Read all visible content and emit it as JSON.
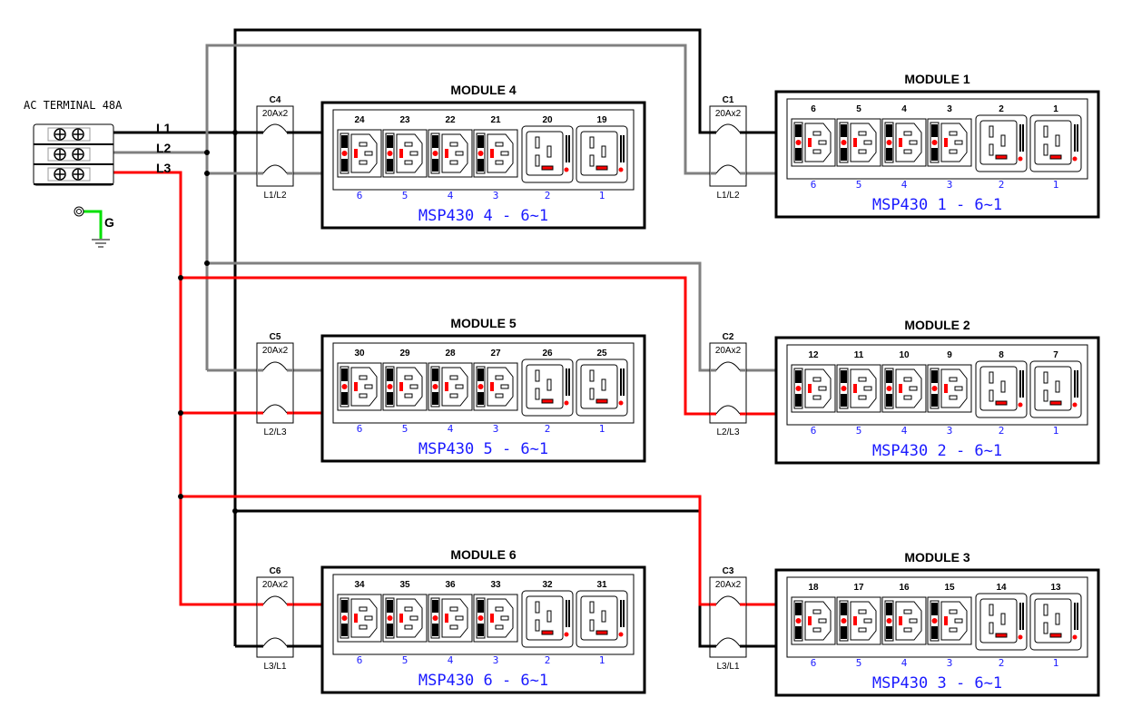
{
  "diagram": {
    "terminal": {
      "title": "AC TERMINAL 48A",
      "lines": [
        "L1",
        "L2",
        "L3"
      ],
      "ground_label": "G"
    },
    "wire_colors": {
      "L1": "#000000",
      "L2": "#808080",
      "L3": "#ff0000",
      "G": "#00e000"
    },
    "accent_colors": {
      "indicator": "#ff0000",
      "position_text": "#1a1aff"
    },
    "modules": [
      {
        "title": "MODULE 4",
        "model": "MSP430 4 - 6~1",
        "breaker": {
          "name": "C4",
          "rating": "20Ax2",
          "phases": "L1/L2",
          "top_line": "L1",
          "bottom_line": "L2"
        },
        "outlets": [
          "24",
          "23",
          "22",
          "21",
          "20",
          "19"
        ],
        "positions": [
          "6",
          "5",
          "4",
          "3",
          "2",
          "1"
        ]
      },
      {
        "title": "MODULE 1",
        "model": "MSP430 1 - 6~1",
        "breaker": {
          "name": "C1",
          "rating": "20Ax2",
          "phases": "L1/L2",
          "top_line": "L1",
          "bottom_line": "L2"
        },
        "outlets": [
          "6",
          "5",
          "4",
          "3",
          "2",
          "1"
        ],
        "positions": [
          "6",
          "5",
          "4",
          "3",
          "2",
          "1"
        ]
      },
      {
        "title": "MODULE 5",
        "model": "MSP430 5 - 6~1",
        "breaker": {
          "name": "C5",
          "rating": "20Ax2",
          "phases": "L2/L3",
          "top_line": "L2",
          "bottom_line": "L3"
        },
        "outlets": [
          "30",
          "29",
          "28",
          "27",
          "26",
          "25"
        ],
        "positions": [
          "6",
          "5",
          "4",
          "3",
          "2",
          "1"
        ]
      },
      {
        "title": "MODULE 2",
        "model": "MSP430 2 - 6~1",
        "breaker": {
          "name": "C2",
          "rating": "20Ax2",
          "phases": "L2/L3",
          "top_line": "L2",
          "bottom_line": "L3"
        },
        "outlets": [
          "12",
          "11",
          "10",
          "9",
          "8",
          "7"
        ],
        "positions": [
          "6",
          "5",
          "4",
          "3",
          "2",
          "1"
        ]
      },
      {
        "title": "MODULE 6",
        "model": "MSP430 6 - 6~1",
        "breaker": {
          "name": "C6",
          "rating": "20Ax2",
          "phases": "L3/L1",
          "top_line": "L3",
          "bottom_line": "L1"
        },
        "outlets": [
          "34",
          "35",
          "36",
          "33",
          "32",
          "31"
        ],
        "positions": [
          "6",
          "5",
          "4",
          "3",
          "2",
          "1"
        ]
      },
      {
        "title": "MODULE 3",
        "model": "MSP430 3 - 6~1",
        "breaker": {
          "name": "C3",
          "rating": "20Ax2",
          "phases": "L3/L1",
          "top_line": "L3",
          "bottom_line": "L1"
        },
        "outlets": [
          "18",
          "17",
          "16",
          "15",
          "14",
          "13"
        ],
        "positions": [
          "6",
          "5",
          "4",
          "3",
          "2",
          "1"
        ]
      }
    ],
    "outlet_types": [
      "C13",
      "C13",
      "C13",
      "C13",
      "C19",
      "C19"
    ],
    "icons": {
      "terminal_screw": "screw-terminal-icon",
      "ground": "ground-symbol-icon",
      "ground_lug": "ground-lug-icon",
      "breaker": "double-pole-breaker-icon",
      "c13": "iec-c13-outlet-icon",
      "c19": "iec-c19-outlet-icon"
    }
  }
}
